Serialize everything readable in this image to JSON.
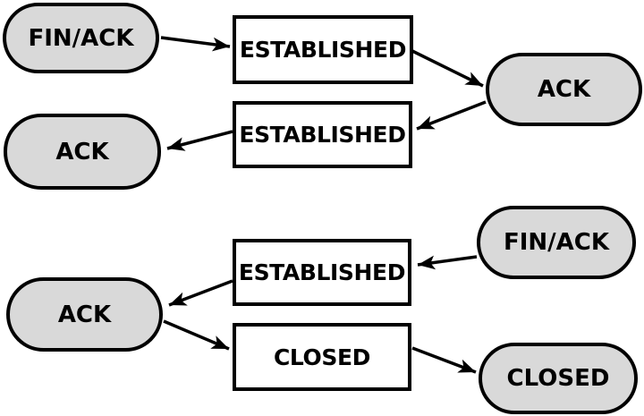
{
  "colors": {
    "background": "#ffffff",
    "pill_fill": "#d9d9d9",
    "rect_fill": "#ffffff",
    "stroke": "#000000"
  },
  "nodes": [
    {
      "id": "finack-top",
      "label": "FIN/ACK",
      "shape": "pill"
    },
    {
      "id": "established-1",
      "label": "ESTABLISHED",
      "shape": "rect"
    },
    {
      "id": "ack-right",
      "label": "ACK",
      "shape": "pill"
    },
    {
      "id": "established-2",
      "label": "ESTABLISHED",
      "shape": "rect"
    },
    {
      "id": "ack-left",
      "label": "ACK",
      "shape": "pill"
    },
    {
      "id": "finack-bottom",
      "label": "FIN/ACK",
      "shape": "pill"
    },
    {
      "id": "established-3",
      "label": "ESTABLISHED",
      "shape": "rect"
    },
    {
      "id": "ack-bottom",
      "label": "ACK",
      "shape": "pill"
    },
    {
      "id": "closed-center",
      "label": "CLOSED",
      "shape": "rect"
    },
    {
      "id": "closed-right",
      "label": "CLOSED",
      "shape": "pill"
    }
  ],
  "edges": [
    {
      "from": "finack-top",
      "to": "established-1"
    },
    {
      "from": "established-1",
      "to": "ack-right"
    },
    {
      "from": "ack-right",
      "to": "established-2"
    },
    {
      "from": "established-2",
      "to": "ack-left"
    },
    {
      "from": "finack-bottom",
      "to": "established-3"
    },
    {
      "from": "established-3",
      "to": "ack-bottom"
    },
    {
      "from": "ack-bottom",
      "to": "closed-center"
    },
    {
      "from": "closed-center",
      "to": "closed-right"
    }
  ]
}
